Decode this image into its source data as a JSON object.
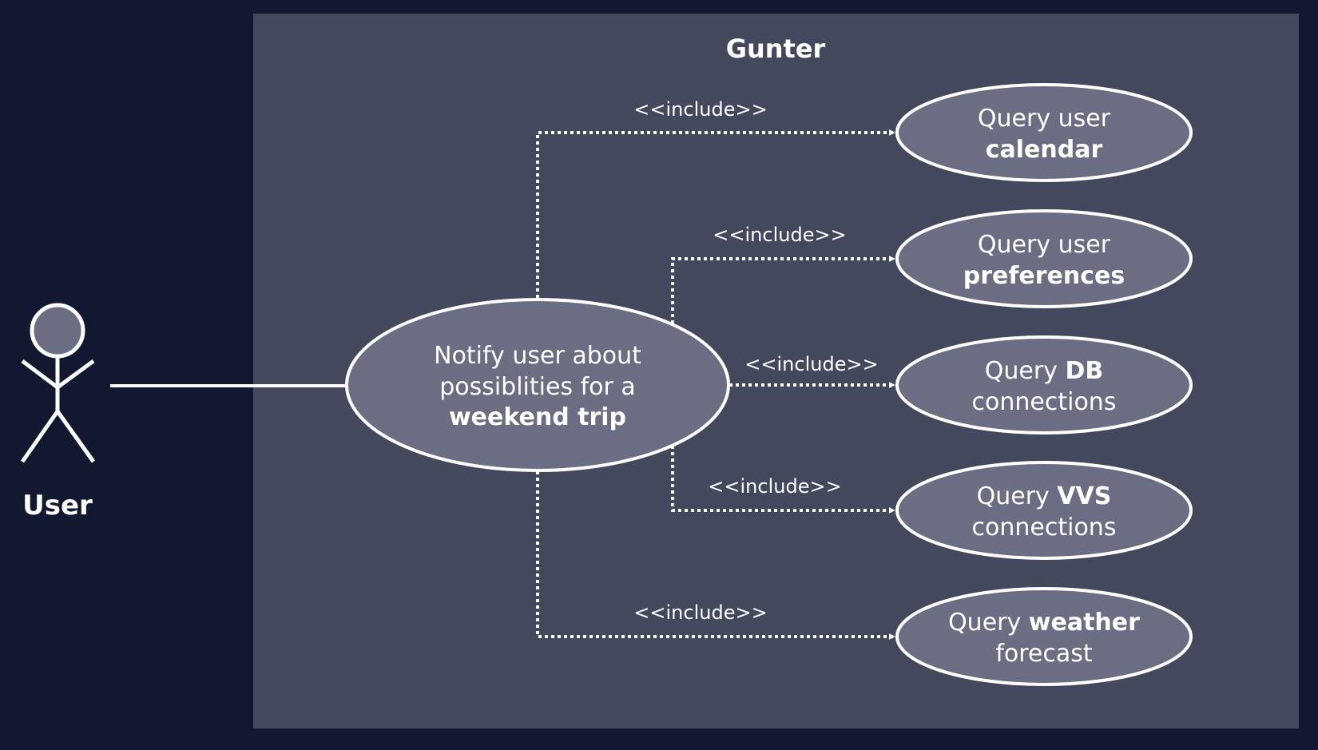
{
  "colors": {
    "background": "#131831",
    "system_box": "#44485d",
    "usecase_fill": "#6b6e83",
    "stroke": "#ffffff",
    "text": "#ffffff"
  },
  "system": {
    "title": "Gunter"
  },
  "actor": {
    "label": "User",
    "icon": "stick-figure-icon"
  },
  "main_usecase": {
    "line1": "Notify user about",
    "line2": "possiblities for a",
    "line3_bold": "weekend trip"
  },
  "included_usecases": [
    {
      "pre": "Query user",
      "bold": "calendar",
      "post": ""
    },
    {
      "pre": "Query user",
      "bold": "preferences",
      "post": ""
    },
    {
      "pre": "Query ",
      "bold": "DB",
      "post": "connections"
    },
    {
      "pre": "Query ",
      "bold": "VVS",
      "post": "connections"
    },
    {
      "pre": "Query ",
      "bold": "weather",
      "post": "forecast"
    }
  ],
  "include_label": "<<include>>"
}
